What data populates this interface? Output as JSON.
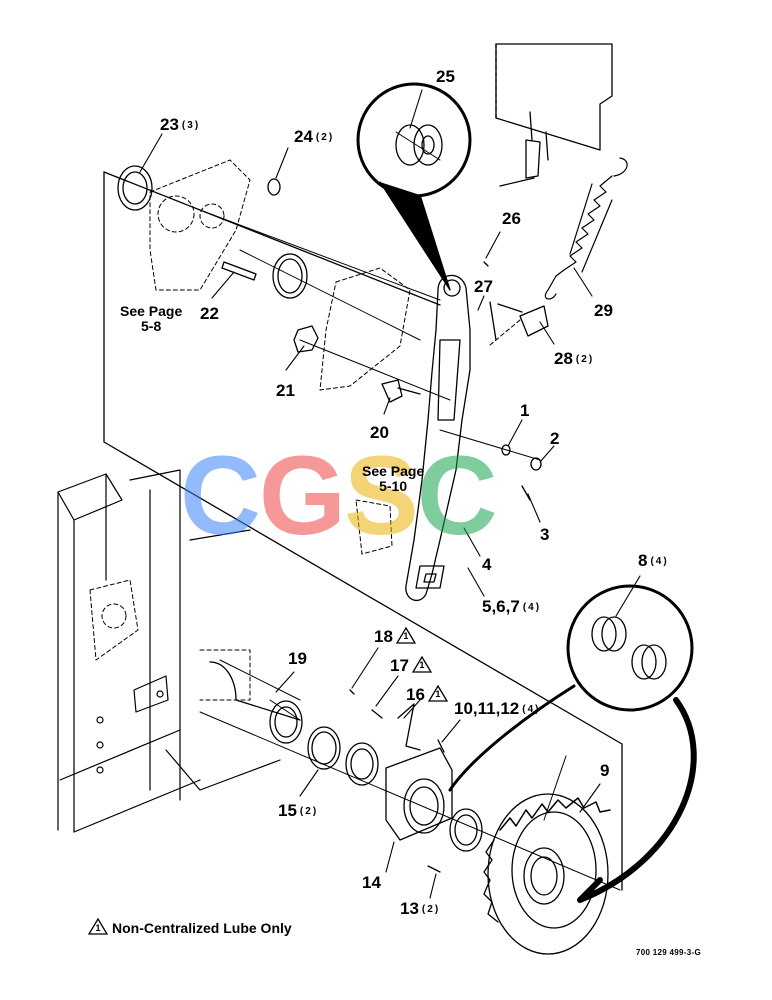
{
  "callouts": [
    {
      "id": "25",
      "label": "25",
      "qty": ""
    },
    {
      "id": "23",
      "label": "23",
      "qty": "(3)"
    },
    {
      "id": "24",
      "label": "24",
      "qty": "(2)"
    },
    {
      "id": "26",
      "label": "26",
      "qty": ""
    },
    {
      "id": "27",
      "label": "27",
      "qty": ""
    },
    {
      "id": "29",
      "label": "29",
      "qty": ""
    },
    {
      "id": "28",
      "label": "28",
      "qty": "(2)"
    },
    {
      "id": "22",
      "label": "22",
      "qty": ""
    },
    {
      "id": "21",
      "label": "21",
      "qty": ""
    },
    {
      "id": "20",
      "label": "20",
      "qty": ""
    },
    {
      "id": "1",
      "label": "1",
      "qty": ""
    },
    {
      "id": "2",
      "label": "2",
      "qty": ""
    },
    {
      "id": "3",
      "label": "3",
      "qty": ""
    },
    {
      "id": "4",
      "label": "4",
      "qty": ""
    },
    {
      "id": "5-6-7",
      "label": "5,6,7",
      "qty": "(4)"
    },
    {
      "id": "8",
      "label": "8",
      "qty": "(4)"
    },
    {
      "id": "18",
      "label": "18",
      "qty": ""
    },
    {
      "id": "17",
      "label": "17",
      "qty": ""
    },
    {
      "id": "16",
      "label": "16",
      "qty": ""
    },
    {
      "id": "10-11-12",
      "label": "10,11,12",
      "qty": "(4)"
    },
    {
      "id": "19",
      "label": "19",
      "qty": ""
    },
    {
      "id": "15",
      "label": "15",
      "qty": "(2)"
    },
    {
      "id": "14",
      "label": "14",
      "qty": ""
    },
    {
      "id": "13",
      "label": "13",
      "qty": "(2)"
    },
    {
      "id": "9",
      "label": "9",
      "qty": ""
    }
  ],
  "notes": {
    "see_page_upper_line1": "See Page",
    "see_page_upper_line2": "5-8",
    "see_page_middle_line1": "See Page",
    "see_page_middle_line2": "5-10"
  },
  "legend": {
    "symbol": "1",
    "text": "Non-Centralized Lube Only"
  },
  "drawing_number": "700 129 499-3-G",
  "watermark": {
    "text": "CGSC",
    "colors": [
      "#3b82f6",
      "#ef4444",
      "#eab308",
      "#16a34a"
    ]
  }
}
